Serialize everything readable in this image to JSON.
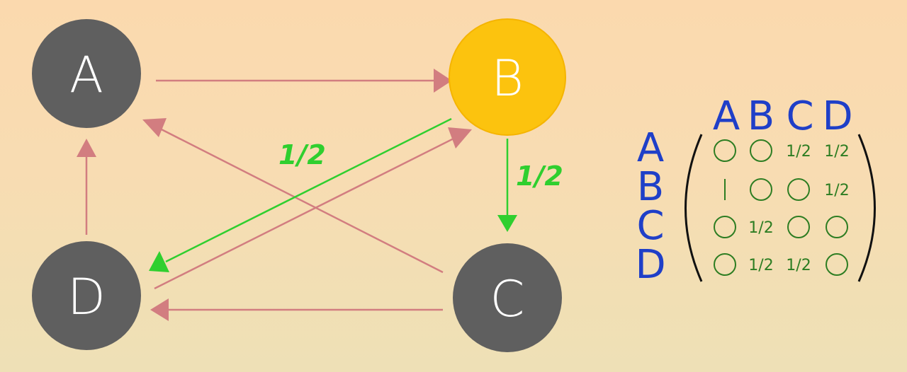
{
  "graph": {
    "nodes": [
      {
        "id": "A",
        "label": "A",
        "highlighted": false
      },
      {
        "id": "B",
        "label": "B",
        "highlighted": true
      },
      {
        "id": "C",
        "label": "C",
        "highlighted": false
      },
      {
        "id": "D",
        "label": "D",
        "highlighted": false
      }
    ],
    "edges": [
      {
        "from": "A",
        "to": "B",
        "highlighted": false
      },
      {
        "from": "B",
        "to": "C",
        "highlighted": true,
        "label": "1/2"
      },
      {
        "from": "B",
        "to": "D",
        "highlighted": true,
        "label": "1/2"
      },
      {
        "from": "C",
        "to": "A",
        "highlighted": false
      },
      {
        "from": "C",
        "to": "D",
        "highlighted": false
      },
      {
        "from": "D",
        "to": "A",
        "highlighted": false
      },
      {
        "from": "D",
        "to": "B",
        "highlighted": false
      }
    ]
  },
  "matrix": {
    "column_headers": [
      "A",
      "B",
      "C",
      "D"
    ],
    "row_headers": [
      "A",
      "B",
      "C",
      "D"
    ],
    "rows": [
      [
        "0",
        "0",
        "1/2",
        "1/2"
      ],
      [
        "1",
        "0",
        "0",
        "1/2"
      ],
      [
        "0",
        "1/2",
        "0",
        "0"
      ],
      [
        "0",
        "1/2",
        "1/2",
        "0"
      ]
    ]
  },
  "colors": {
    "node": "#5f5f5f",
    "node_highlight": "#fcc30e",
    "edge": "#d27d80",
    "edge_highlight": "#2fcf2f",
    "matrix_header": "#1f3fc8",
    "matrix_value": "#2d7d22"
  }
}
